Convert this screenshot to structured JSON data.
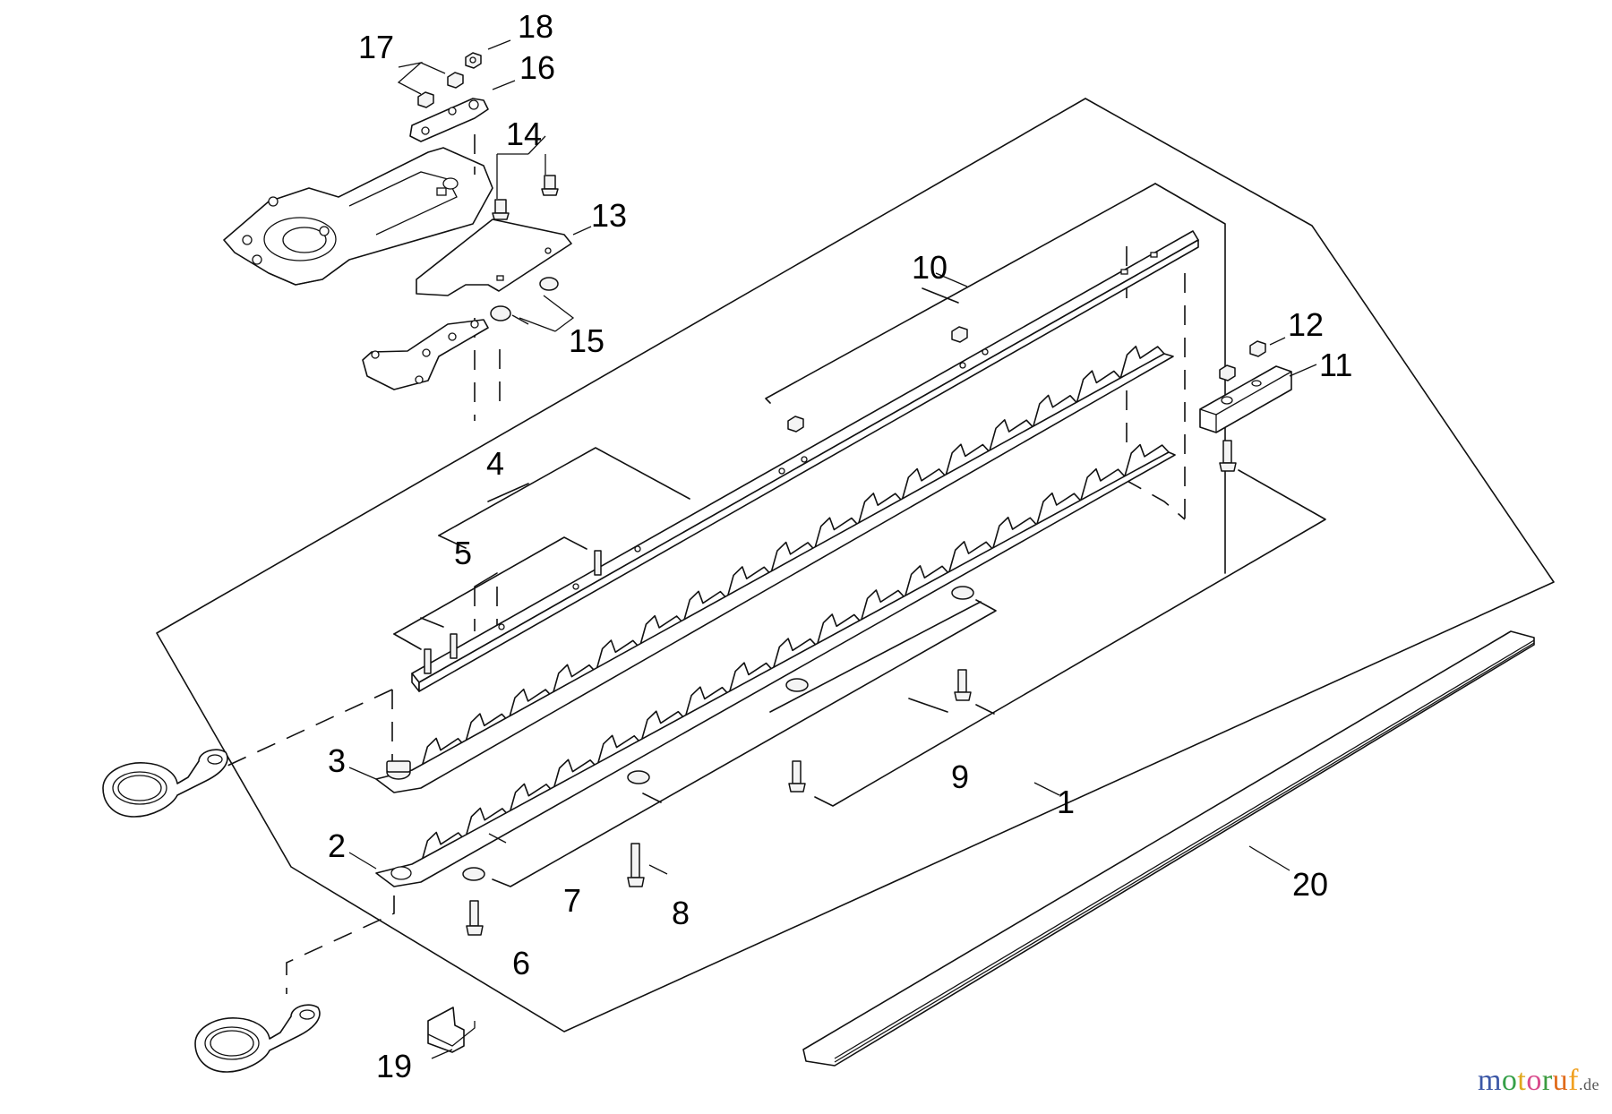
{
  "diagram": {
    "title": "Hedge trimmer cutting blade assembly – exploded parts view",
    "callouts": [
      "1",
      "2",
      "3",
      "4",
      "5",
      "6",
      "7",
      "8",
      "9",
      "10",
      "11",
      "12",
      "13",
      "14",
      "15",
      "16",
      "17",
      "18",
      "19",
      "20"
    ]
  },
  "watermark": {
    "letters": [
      "m",
      "o",
      "t",
      "o",
      "r",
      "u",
      "f"
    ],
    "tld": ".de",
    "colors": [
      "#3b57a6",
      "#35a048",
      "#e0a81e",
      "#d94a8c",
      "#3a9b3e",
      "#e06a1a",
      "#f0a020"
    ]
  }
}
